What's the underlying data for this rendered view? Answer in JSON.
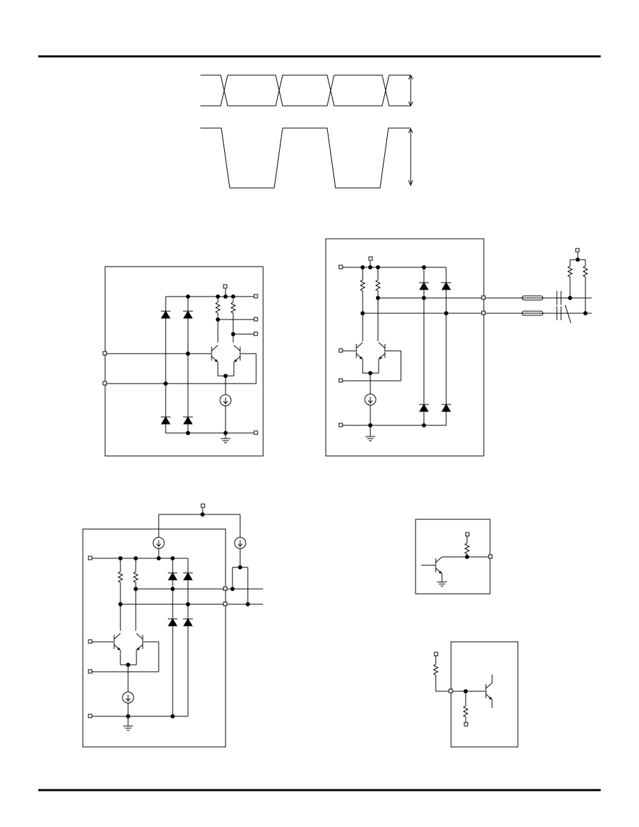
{
  "page": {
    "title": "",
    "footer": ""
  },
  "figures": [
    {
      "id": "waveform-timing",
      "kind": "waveform",
      "labels": []
    },
    {
      "id": "input-equivalent-circuit",
      "kind": "schematic",
      "labels": []
    },
    {
      "id": "output-driver-ac-coupled",
      "kind": "schematic",
      "labels": []
    },
    {
      "id": "output-driver-current-source",
      "kind": "schematic",
      "labels": []
    },
    {
      "id": "open-collector-output",
      "kind": "schematic",
      "labels": []
    },
    {
      "id": "input-bias-transistor",
      "kind": "schematic",
      "labels": []
    }
  ],
  "icons": [
    "resistor-icon",
    "diode-icon",
    "npn-transistor-icon",
    "current-source-icon",
    "ground-icon",
    "capacitor-icon",
    "coax-cable-icon",
    "pin-terminal-icon"
  ]
}
